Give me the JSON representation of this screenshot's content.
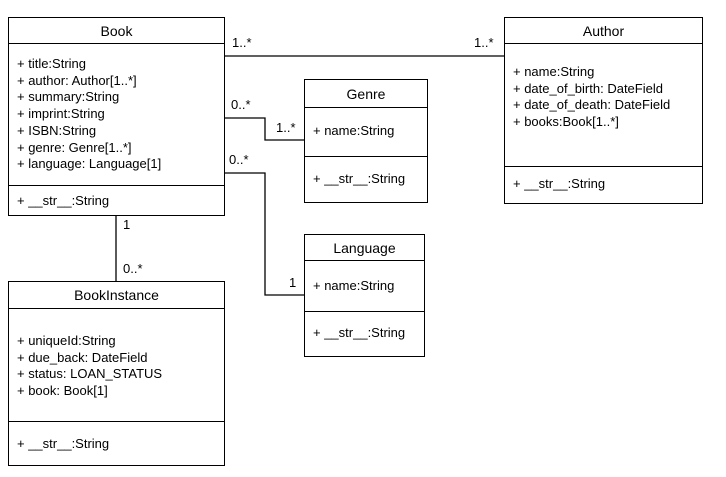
{
  "classes": {
    "book": {
      "name": "Book",
      "attributes": [
        "+ title:String",
        "+ author: Author[1..*]",
        "+ summary:String",
        "+ imprint:String",
        "+ ISBN:String",
        "+ genre: Genre[1..*]",
        "+ language: Language[1]"
      ],
      "operations": [
        "+ __str__:String"
      ]
    },
    "author": {
      "name": "Author",
      "attributes": [
        "+ name:String",
        "+ date_of_birth: DateField",
        "+ date_of_death: DateField",
        "+ books:Book[1..*]"
      ],
      "operations": [
        "+ __str__:String"
      ]
    },
    "genre": {
      "name": "Genre",
      "attributes": [
        "+ name:String"
      ],
      "operations": [
        "+ __str__:String"
      ]
    },
    "language": {
      "name": "Language",
      "attributes": [
        "+ name:String"
      ],
      "operations": [
        "+ __str__:String"
      ]
    },
    "bookinstance": {
      "name": "BookInstance",
      "attributes": [
        "+ uniqueId:String",
        "+ due_back: DateField",
        "+ status: LOAN_STATUS",
        "+ book: Book[1]"
      ],
      "operations": [
        "+ __str__:String"
      ]
    }
  },
  "multiplicities": {
    "book_author_book_end": "1..*",
    "book_author_author_end": "1..*",
    "book_genre_book_end": "0..*",
    "book_genre_genre_end": "1..*",
    "book_language_book_end": "0..*",
    "book_language_language_end": "1",
    "book_instance_book_end": "1",
    "book_instance_instance_end": "0..*"
  }
}
